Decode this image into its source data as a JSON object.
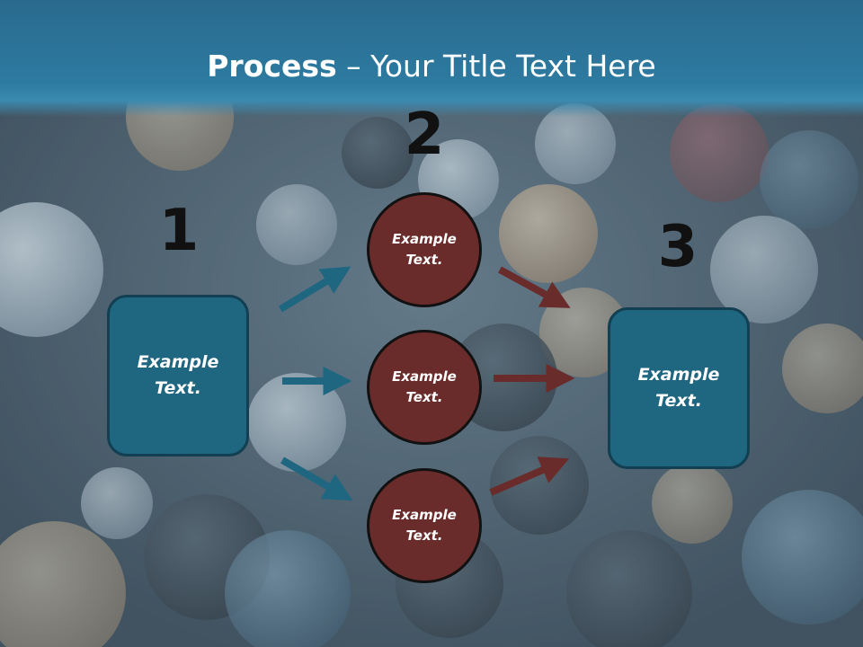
{
  "slide": {
    "title_bold": "Process",
    "title_rest": " – Your Title Text Here"
  },
  "steps": {
    "step1_number": "1",
    "step2_number": "2",
    "step3_number": "3"
  },
  "nodes": {
    "box_left": "Example Text.",
    "circle_top": "Example Text.",
    "circle_middle": "Example Text.",
    "circle_bottom": "Example Text.",
    "box_right": "Example Text."
  },
  "colors": {
    "header": "#2d7aa0",
    "box_fill": "#1f6680",
    "circle_fill": "#6a2c2a",
    "arrow_blue": "#1f6680",
    "arrow_red": "#6a2c2a"
  },
  "icons": {
    "background": "buttons-photo-background"
  }
}
